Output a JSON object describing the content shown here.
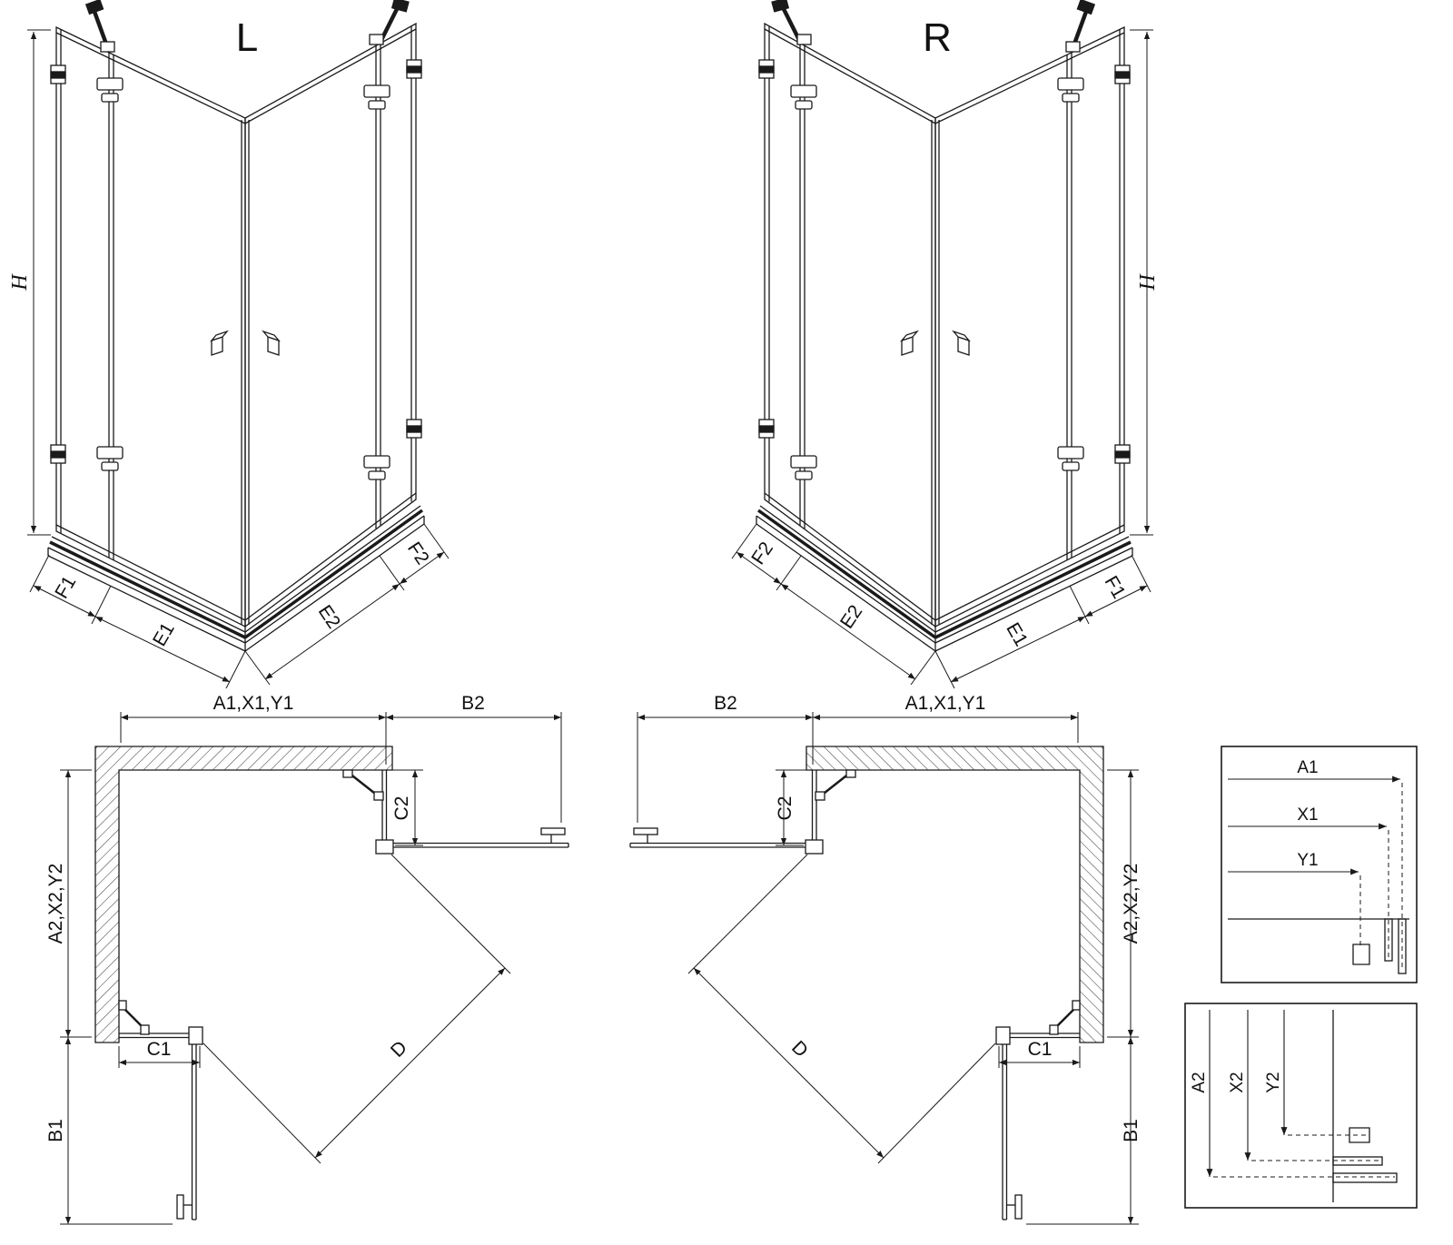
{
  "l3d": {
    "title": "L",
    "h": "H",
    "f1": "F1",
    "e1": "E1",
    "e2": "E2",
    "f2": "F2"
  },
  "r3d": {
    "title": "R",
    "h": "H",
    "f1": "F1",
    "e1": "E1",
    "e2": "E2",
    "f2": "F2"
  },
  "lplan": {
    "a1": "A1,X1,Y1",
    "b2": "B2",
    "c2": "C2",
    "a2": "A2,X2,Y2",
    "c1": "C1",
    "b1": "B1",
    "d": "D"
  },
  "rplan": {
    "a1": "A1,X1,Y1",
    "b2": "B2",
    "c2": "C2",
    "a2": "A2,X2,Y2",
    "c1": "C1",
    "b1": "B1",
    "d": "D"
  },
  "detail1": {
    "a1": "A1",
    "x1": "X1",
    "y1": "Y1"
  },
  "detail2": {
    "a2": "A2",
    "x2": "X2",
    "y2": "Y2"
  }
}
